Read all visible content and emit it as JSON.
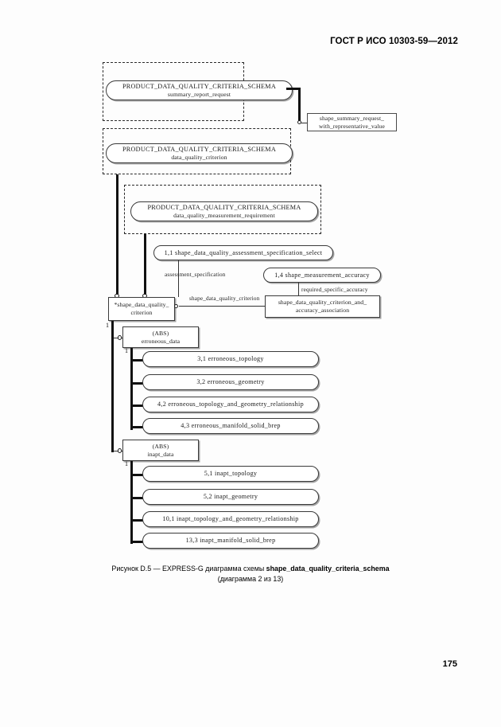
{
  "header": {
    "standard": "ГОСТ Р ИСО 10303-59—2012"
  },
  "page": {
    "number": "175"
  },
  "caption": {
    "prefix": "Рисунок D.5 — EXPRESS-G диаграмма схемы ",
    "schema_name": "shape_data_quality_criteria_schema",
    "subtitle": "(диаграмма 2 из 13)"
  },
  "diagram": {
    "schema_refs": [
      {
        "id": "summary-report-request",
        "schema": "PRODUCT_DATA_QUALITY_CRITERIA_SCHEMA",
        "entity": "summary_report_request"
      },
      {
        "id": "data-quality-criterion",
        "schema": "PRODUCT_DATA_QUALITY_CRITERIA_SCHEMA",
        "entity": "data_quality_criterion"
      },
      {
        "id": "data-quality-measurement-requirement",
        "schema": "PRODUCT_DATA_QUALITY_CRITERIA_SCHEMA",
        "entity": "data_quality_measurement_requirement"
      }
    ],
    "select_type": {
      "label": "1,1  shape_data_quality_assessment_specification_select"
    },
    "accuracy_type": {
      "label": "1,4  shape_measurement_accuracy"
    },
    "note_box": {
      "line1": "shape_summary_request_",
      "line2": "with_representative_value"
    },
    "main_entity": {
      "line1": "*shape_data_quality_",
      "line2": "criterion"
    },
    "association_entity": {
      "line1": "shape_data_quality_criterion_and_",
      "line2": "accuracy_association"
    },
    "edge_labels": {
      "assessment_specification": "assessment_specification",
      "shape_data_quality_criterion": "shape_data_quality_criterion",
      "required_specific_accuracy": "required_specific_accuracy"
    },
    "supertypes": [
      {
        "id": "erroneous-data",
        "abs": "(ABS)",
        "name": "erroneous_data",
        "cardinality": "1",
        "subtypes": [
          {
            "label": "3,1  erroneous_topology"
          },
          {
            "label": "3,2  erroneous_geometry"
          },
          {
            "label": "4,2  erroneous_topology_and_geometry_relationship"
          },
          {
            "label": "4,3  erroneous_manifold_solid_brep"
          }
        ]
      },
      {
        "id": "inapt-data",
        "abs": "(ABS)",
        "name": "inapt_data",
        "cardinality": "1",
        "subtypes": [
          {
            "label": "5,1  inapt_topology"
          },
          {
            "label": "5,2  inapt_geometry"
          },
          {
            "label": "10,1  inapt_topology_and_geometry_relationship"
          },
          {
            "label": "13,3  inapt_manifold_solid_brep"
          }
        ]
      }
    ],
    "cardinality_left": "1"
  }
}
